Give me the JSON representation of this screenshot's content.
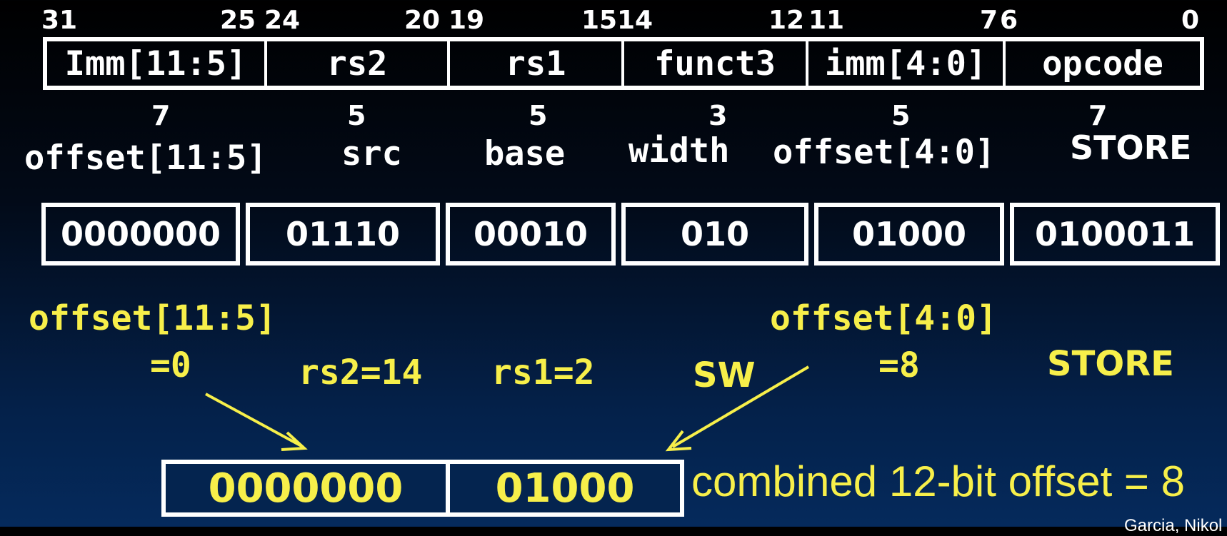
{
  "bit_positions": [
    "31",
    "25",
    "24",
    "20",
    "19",
    "15",
    "14",
    "12",
    "11",
    "7",
    "6",
    "0"
  ],
  "fields": [
    "Imm[11:5]",
    "rs2",
    "rs1",
    "funct3",
    "imm[4:0]",
    "opcode"
  ],
  "widths": [
    "7",
    "5",
    "5",
    "3",
    "5",
    "7"
  ],
  "semantics": [
    "offset[11:5]",
    "src",
    "base",
    "width",
    "offset[4:0]",
    "STORE"
  ],
  "values": [
    "0000000",
    "01110",
    "00010",
    "010",
    "01000",
    "0100011"
  ],
  "annotations": {
    "offset_hi_label": "offset[11:5]",
    "offset_hi_value": "=0",
    "rs2": "rs2=14",
    "rs1": "rs1=2",
    "sw": "SW",
    "offset_lo_label": "offset[4:0]",
    "offset_lo_value": "=8",
    "store": "STORE"
  },
  "combined": {
    "hi": "0000000",
    "lo": "01000",
    "label": "combined 12-bit offset = 8"
  },
  "credit": "Garcia, Nikol",
  "colors": {
    "highlight": "#f7ef4a",
    "foreground": "#ffffff",
    "background_top": "#000000",
    "background_bottom": "#052a5c"
  }
}
